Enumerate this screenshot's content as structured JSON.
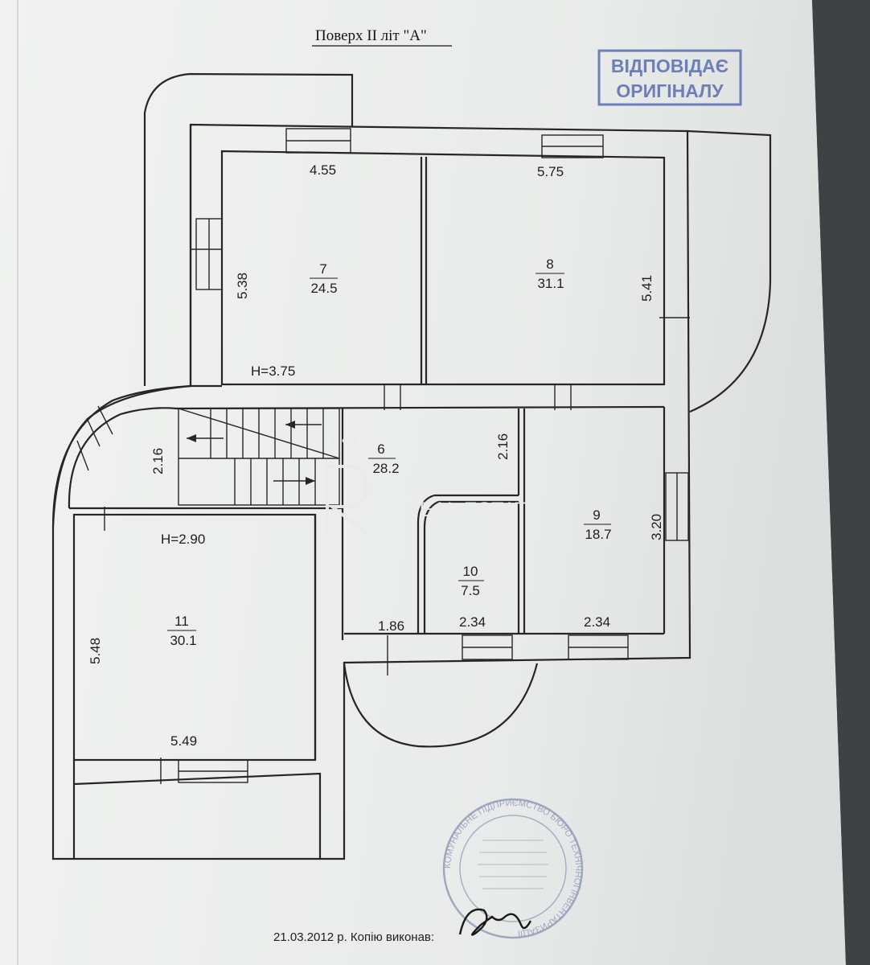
{
  "title": "Поверх II літ \"А\"",
  "stamp": {
    "line1": "ВІДПОВІДАЄ",
    "line2": "ОРИГІНАЛУ",
    "color": "#6d7fb9"
  },
  "watermark": {
    "line1": "ROYAL",
    "line2": "REAL ESTATE"
  },
  "heights": {
    "upper": "H=3.75",
    "lower": "H=2.90"
  },
  "rooms": [
    {
      "number": "7",
      "area": "24.5"
    },
    {
      "number": "8",
      "area": "31.1"
    },
    {
      "number": "6",
      "area": "28.2"
    },
    {
      "number": "9",
      "area": "18.7"
    },
    {
      "number": "10",
      "area": "7.5"
    },
    {
      "number": "11",
      "area": "30.1"
    }
  ],
  "dimensions": {
    "r7_width": "4.55",
    "r7_depth": "5.38",
    "r8_width": "5.75",
    "r8_depth": "5.41",
    "hall_left": "2.16",
    "hall_right": "2.16",
    "r9_depth": "3.20",
    "r6_bottom": "1.86",
    "r10_width": "2.34",
    "r9_width": "2.34",
    "r11_depth": "5.48",
    "r11_width": "5.49"
  },
  "footer": "21.03.2012 р. Копію виконав:",
  "seal_text": "КОМУНАЛЬНЕ ПІДПРИЄМСТВО БЮРО ТЕХНІЧНОЇ ІНВЕНТАРИЗАЦІЇ"
}
